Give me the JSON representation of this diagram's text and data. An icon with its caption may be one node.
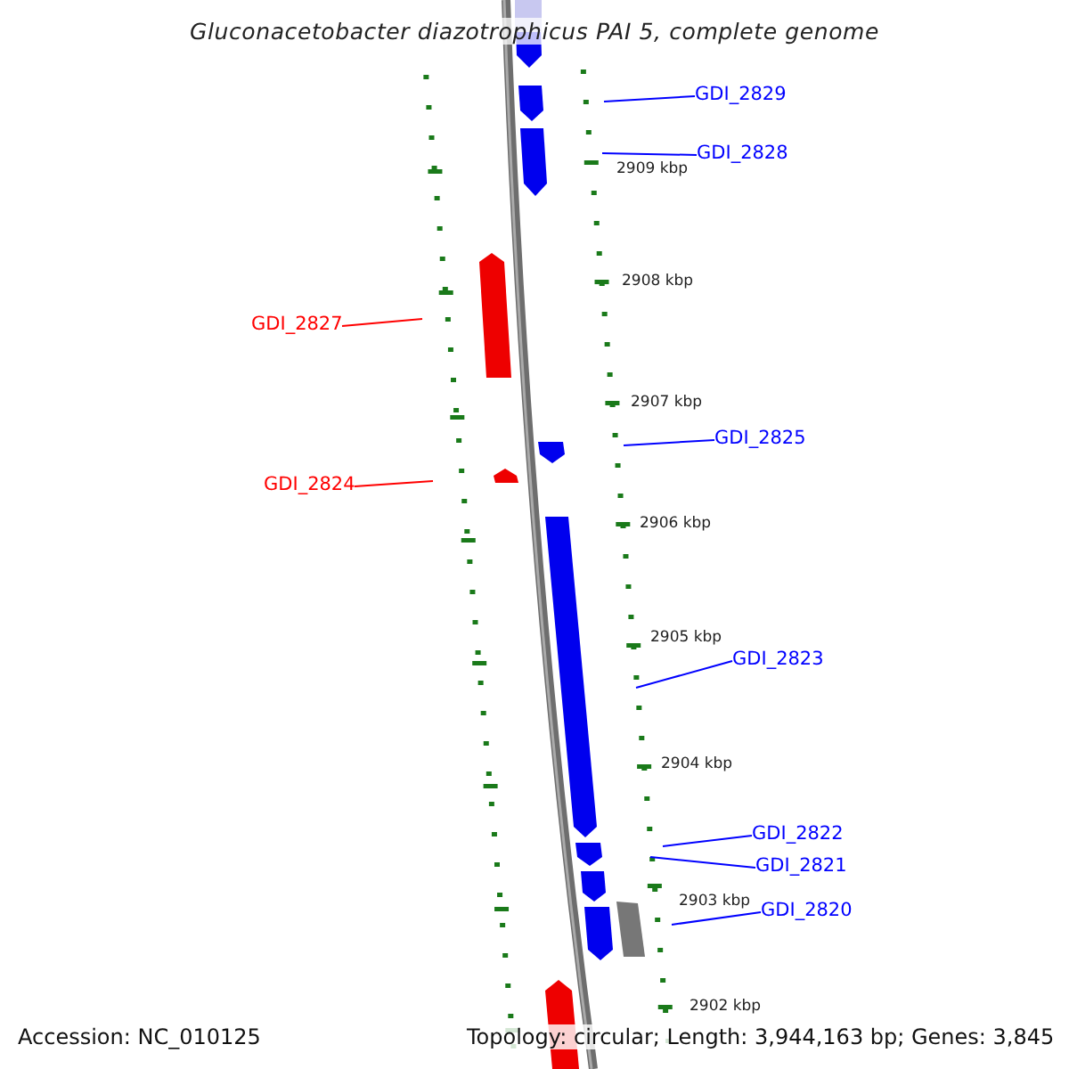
{
  "diagram": {
    "title": "Gluconacetobacter diazotrophicus PAI 5, complete genome",
    "nodes": [
      {
        "text": [
          "GDI_2829"
        ]
      },
      {
        "text": [
          "GDI_2828"
        ]
      },
      {
        "text": [
          "GDI_2827"
        ]
      },
      {
        "text": [
          "GDI_2825"
        ]
      },
      {
        "text": [
          "GDI_2824"
        ]
      },
      {
        "text": [
          "GDI_2823"
        ]
      },
      {
        "text": [
          "GDI_2822"
        ]
      },
      {
        "text": [
          "GDI_2821"
        ]
      },
      {
        "text": [
          "GDI_2820"
        ]
      }
    ],
    "edges": [
      {
        "from": 0,
        "to": null,
        "arrow": "none"
      },
      {
        "from": 1,
        "to": null,
        "arrow": "none"
      },
      {
        "from": 2,
        "to": null,
        "arrow": "none",
        "color": "#ff0000"
      },
      {
        "from": 3,
        "to": null,
        "arrow": "none"
      },
      {
        "from": 4,
        "to": null,
        "arrow": "none",
        "color": "#ff0000"
      },
      {
        "from": 5,
        "to": null,
        "arrow": "none"
      },
      {
        "from": 6,
        "to": null,
        "arrow": "none"
      },
      {
        "from": 7,
        "to": null,
        "arrow": "none"
      },
      {
        "from": 8,
        "to": null,
        "arrow": "none"
      }
    ],
    "labels": [
      "2909 kbp",
      "2908 kbp",
      "2907 kbp",
      "2906 kbp",
      "2905 kbp",
      "2904 kbp",
      "2903 kbp",
      "2902 kbp",
      "Accession: NC_010125",
      "Topology: circular; Length: 3,944,163 bp; Genes: 3,845"
    ]
  }
}
